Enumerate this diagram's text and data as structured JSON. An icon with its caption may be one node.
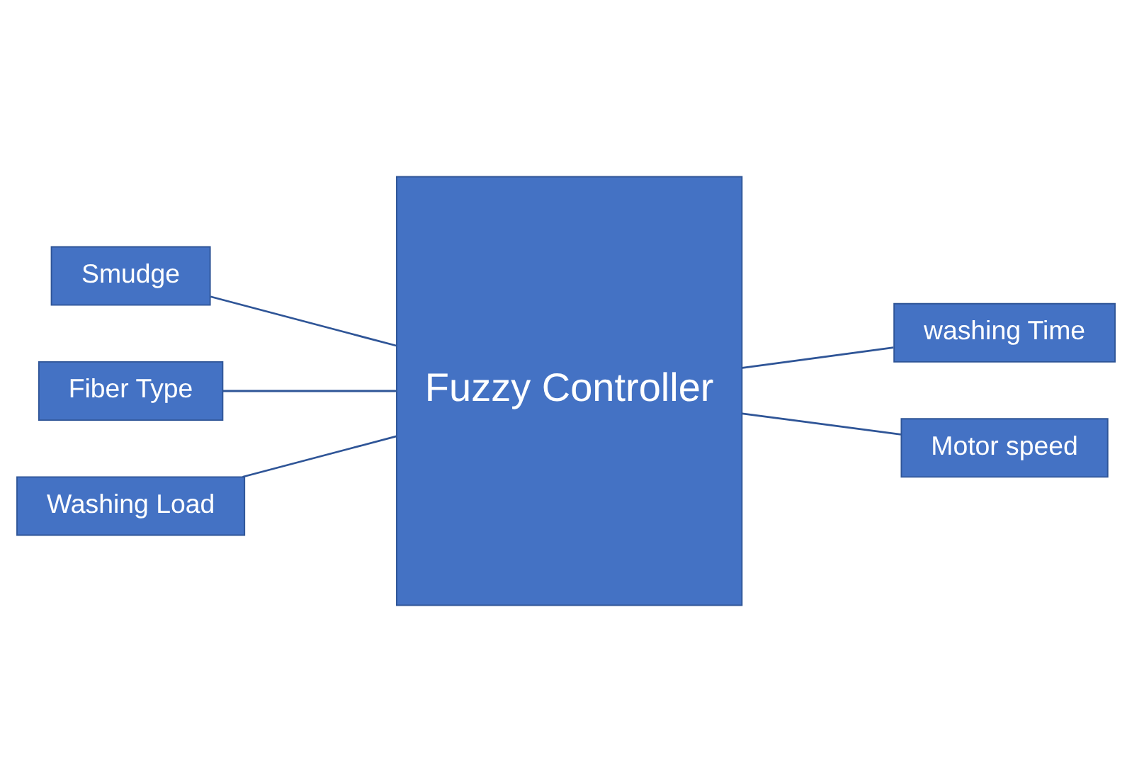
{
  "diagram": {
    "nodes": [
      {
        "text": [
          "Smudge"
        ]
      },
      {
        "text": [
          "Fiber Type"
        ]
      },
      {
        "text": [
          "Washing Load"
        ]
      },
      {
        "text": [
          "Fuzzy Controller"
        ]
      },
      {
        "text": [
          "washing Time"
        ]
      },
      {
        "text": [
          "Motor speed"
        ]
      }
    ],
    "edges": [
      {
        "from": 0,
        "to": 3,
        "arrow": "none"
      },
      {
        "from": 1,
        "to": 3,
        "arrow": "none"
      },
      {
        "from": 2,
        "to": 3,
        "arrow": "none"
      },
      {
        "from": 3,
        "to": 4,
        "arrow": "none"
      },
      {
        "from": 3,
        "to": 5,
        "arrow": "none"
      }
    ]
  }
}
